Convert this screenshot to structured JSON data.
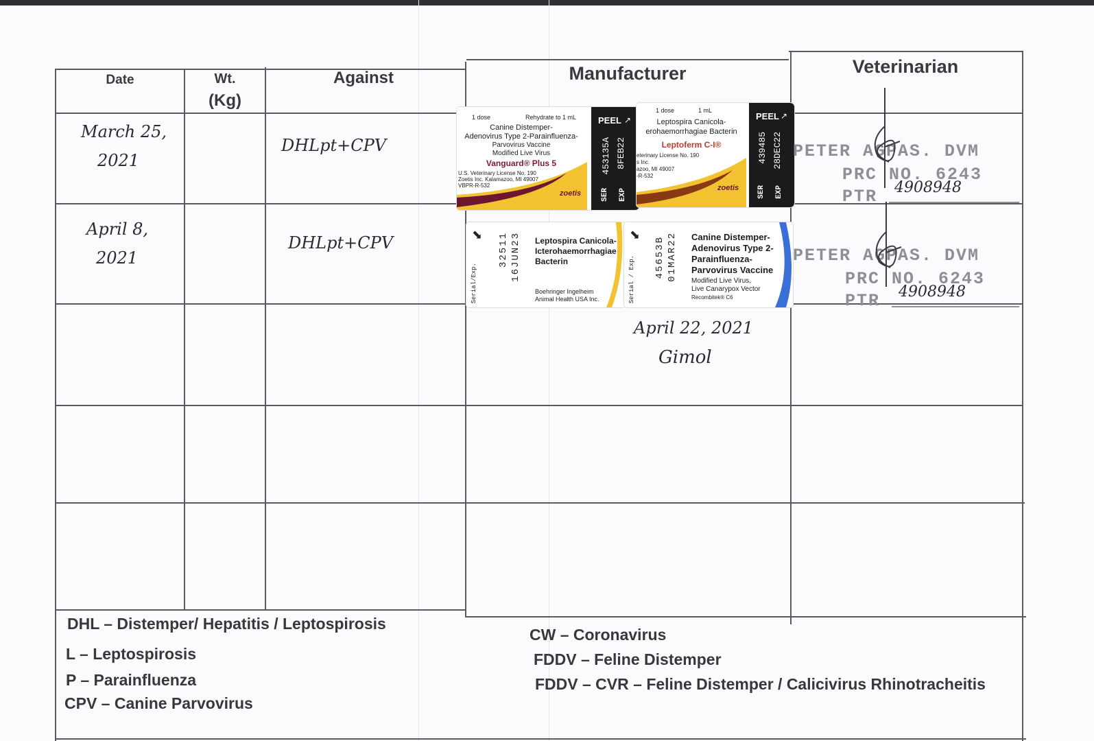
{
  "headers": {
    "date": "Date",
    "wt_line1": "Wt.",
    "wt_line2": "(Kg)",
    "against": "Against",
    "manufacturer": "Manufacturer",
    "veterinarian": "Veterinarian"
  },
  "rows": [
    {
      "date_line1": "March 25,",
      "date_line2": "2021",
      "against": "DHLpt+CPV"
    },
    {
      "date_line1": "April 8,",
      "date_line2": "2021",
      "against": "DHLpt+CPV"
    }
  ],
  "handwritten_note": {
    "line1": "April 22, 2021",
    "line2": "Gimol"
  },
  "stamps": [
    {
      "name": "PETER  AGPAS. DVM",
      "prc": "PRC NO. 6243",
      "ptr_label": "PTR",
      "ptr_value": "4908948"
    },
    {
      "name": "PETER  AGPAS. DVM",
      "prc": "PRC NO. 6243",
      "ptr_label": "PTR",
      "ptr_value": "4908948"
    }
  ],
  "labels": {
    "vanguard": {
      "dose": "1 dose",
      "rehydrate": "Rehydrate to 1 mL",
      "line1": "Canine Distemper-",
      "line2": "Adenovirus Type 2-Parainfluenza-",
      "line3": "Parvovirus Vaccine",
      "line4": "Modified Live Virus",
      "brand": "Vanguard® Plus 5",
      "lic1": "U.S. Veterinary License No. 190",
      "lic2": "Zoetis Inc. Kalamazoo, MI 49007",
      "lic3": "VBPR-R-532",
      "maker": "zoetis",
      "peel": "PEEL",
      "ser_label": "SER",
      "exp_label": "EXP",
      "serial": "453135A",
      "exp": "8FEB22"
    },
    "leptoferm": {
      "dose": "1 dose",
      "ml": "1 mL",
      "line1": "Leptospira Canicola-",
      "line2": "erohaemorrhagiae Bacterin",
      "brand": "Leptoferm C-I®",
      "lic1": "eterinary License No. 190",
      "lic2": "s Inc.",
      "lic3": "azoo, MI 49007",
      "lic4": "-R-532",
      "maker": "zoetis",
      "peel": "PEEL",
      "ser_label": "SER",
      "exp_label": "EXP",
      "serial": "439485",
      "exp": "28DEC22"
    },
    "lepto_bi": {
      "serial_label": "Serial/Exp.",
      "serial": "32511",
      "exp": "16JUN23",
      "line1": "Leptospira Canicola-",
      "line2": "Icterohaemorrhagiae",
      "line3": "Bacterin",
      "maker1": "Boehringer Ingelheim",
      "maker2": "Animal Health USA Inc."
    },
    "recombitek": {
      "serial_label": "Serial / Exp.",
      "serial": "45653B",
      "exp": "01MAR22",
      "line1": "Canine Distemper-",
      "line2": "Adenovirus Type 2-",
      "line3": "Parainfluenza-",
      "line4": "Parvovirus Vaccine",
      "line5": "Modified Live Virus,",
      "line6": "Live Canarypox Vector",
      "line7": "Recombitek® C6"
    }
  },
  "legend_left": [
    "DHL – Distemper/ Hepatitis / Leptospirosis",
    "L – Leptospirosis",
    "P – Parainfluenza",
    "CPV – Canine Parvovirus"
  ],
  "legend_right": [
    "CW – Coronavirus",
    "FDDV – Feline Distemper",
    "FDDV – CVR – Feline Distemper / Calicivirus Rhinotracheitis"
  ],
  "colors": {
    "grid": "#5a5a5e",
    "stamp": "#8e8e96",
    "vanguard_brand": "#7a1a35",
    "leptoferm_brand": "#c0392b",
    "peel_bg": "#1b1b1d",
    "yellow": "#f2c230",
    "blue": "#3b6fd8"
  }
}
